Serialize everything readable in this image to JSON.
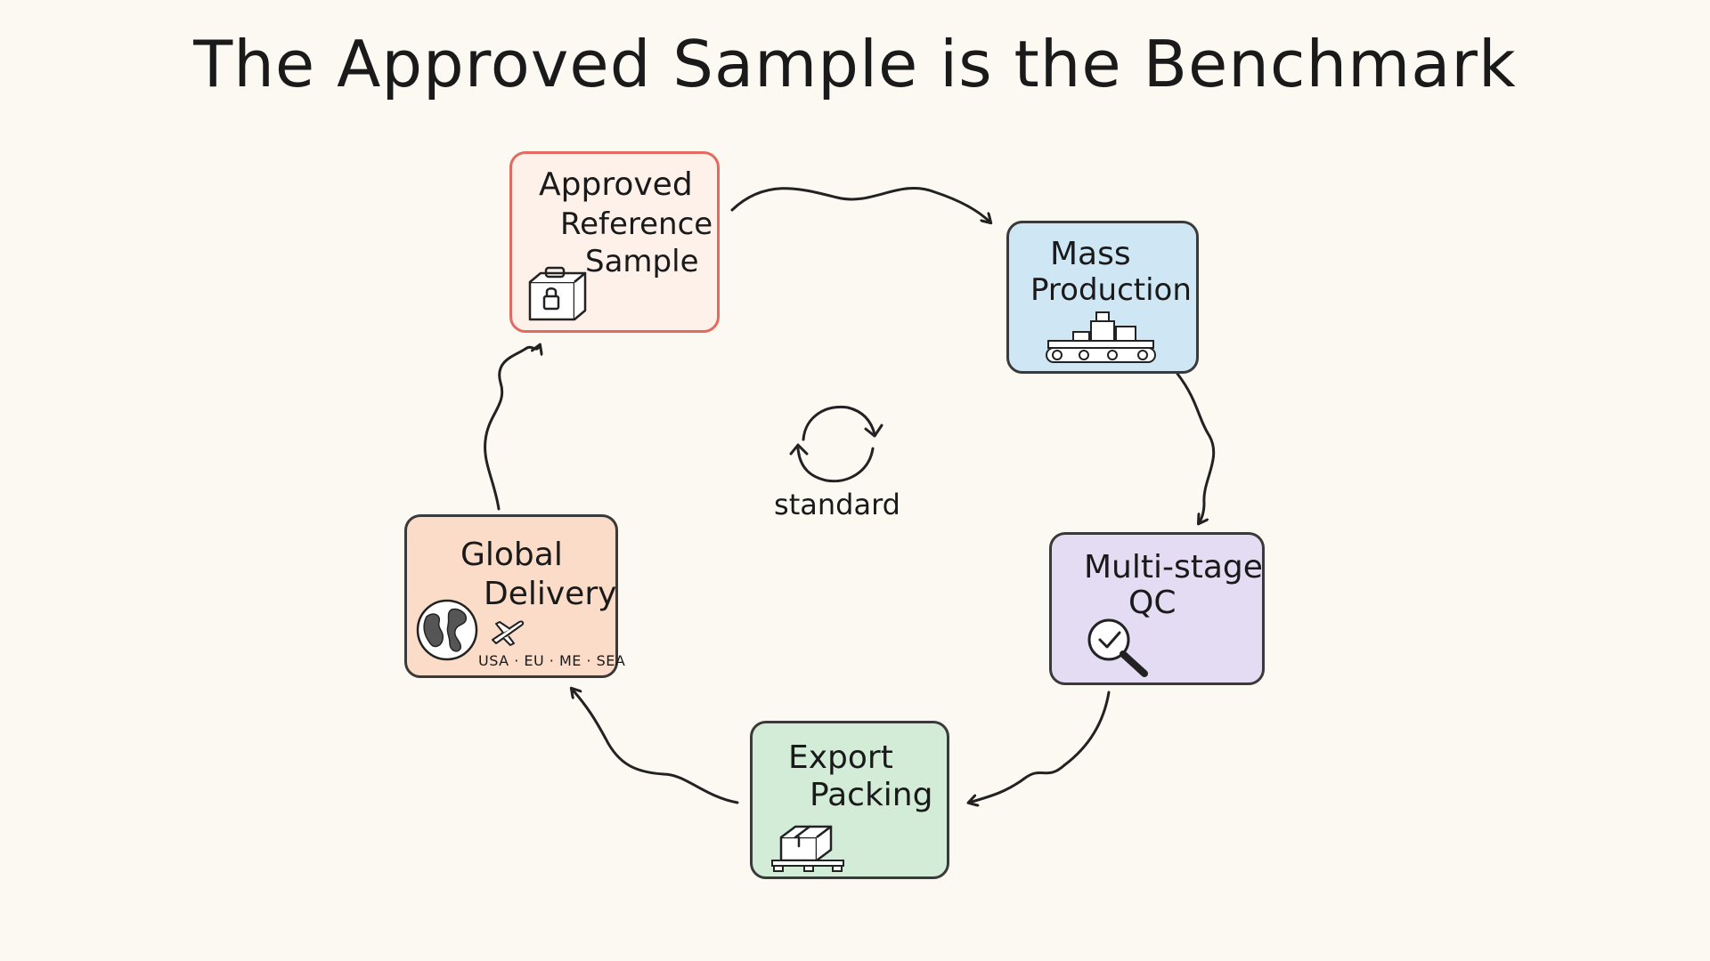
{
  "title": "The Approved Sample is the Benchmark",
  "center": {
    "label": "standard",
    "icon": "cycle-icon"
  },
  "nodes": [
    {
      "id": "approved-reference-sample",
      "lines": [
        "Approved",
        "Reference",
        "Sample"
      ],
      "icon": "sealed-box-icon",
      "fill": "#fdf1ea",
      "border": "#e26a5e"
    },
    {
      "id": "mass-production",
      "lines": [
        "Mass",
        "Production"
      ],
      "icon": "conveyor-machine-icon",
      "fill": "#cfe7f5",
      "border": "#3a3a3a"
    },
    {
      "id": "multi-stage-qc",
      "lines": [
        "Multi-stage",
        "QC"
      ],
      "icon": "magnifier-check-icon",
      "fill": "#e4dcf3",
      "border": "#3a3a3a"
    },
    {
      "id": "export-packing",
      "lines": [
        "Export",
        "Packing"
      ],
      "icon": "box-on-pallet-icon",
      "fill": "#d3ecd8",
      "border": "#3a3a3a"
    },
    {
      "id": "global-delivery",
      "lines": [
        "Global",
        "Delivery"
      ],
      "icon": "globe-plane-icon",
      "fill": "#fbdcc8",
      "border": "#3a3a3a",
      "regions": "USA · EU · ME · SEA"
    }
  ]
}
